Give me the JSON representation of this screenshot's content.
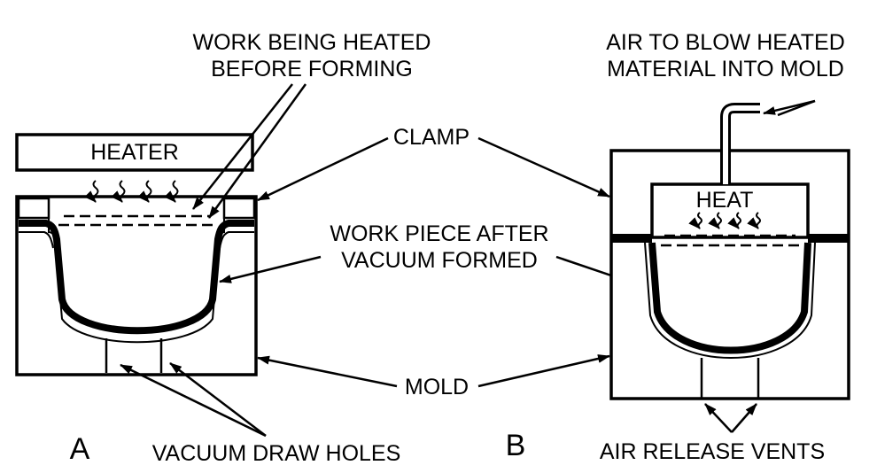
{
  "panels": {
    "a": {
      "letter": "A",
      "heater": "HEATER",
      "work_heated_line1": "WORK BEING HEATED",
      "work_heated_line2": "BEFORE FORMING",
      "vacuum_holes": "VACUUM DRAW HOLES"
    },
    "b": {
      "letter": "B",
      "heat": "HEAT",
      "air_line1": "AIR TO BLOW HEATED",
      "air_line2": "MATERIAL INTO MOLD",
      "vents": "AIR RELEASE VENTS"
    }
  },
  "shared": {
    "clamp": "CLAMP",
    "work_piece_line1": "WORK PIECE AFTER",
    "work_piece_line2": "VACUUM FORMED",
    "mold": "MOLD"
  }
}
